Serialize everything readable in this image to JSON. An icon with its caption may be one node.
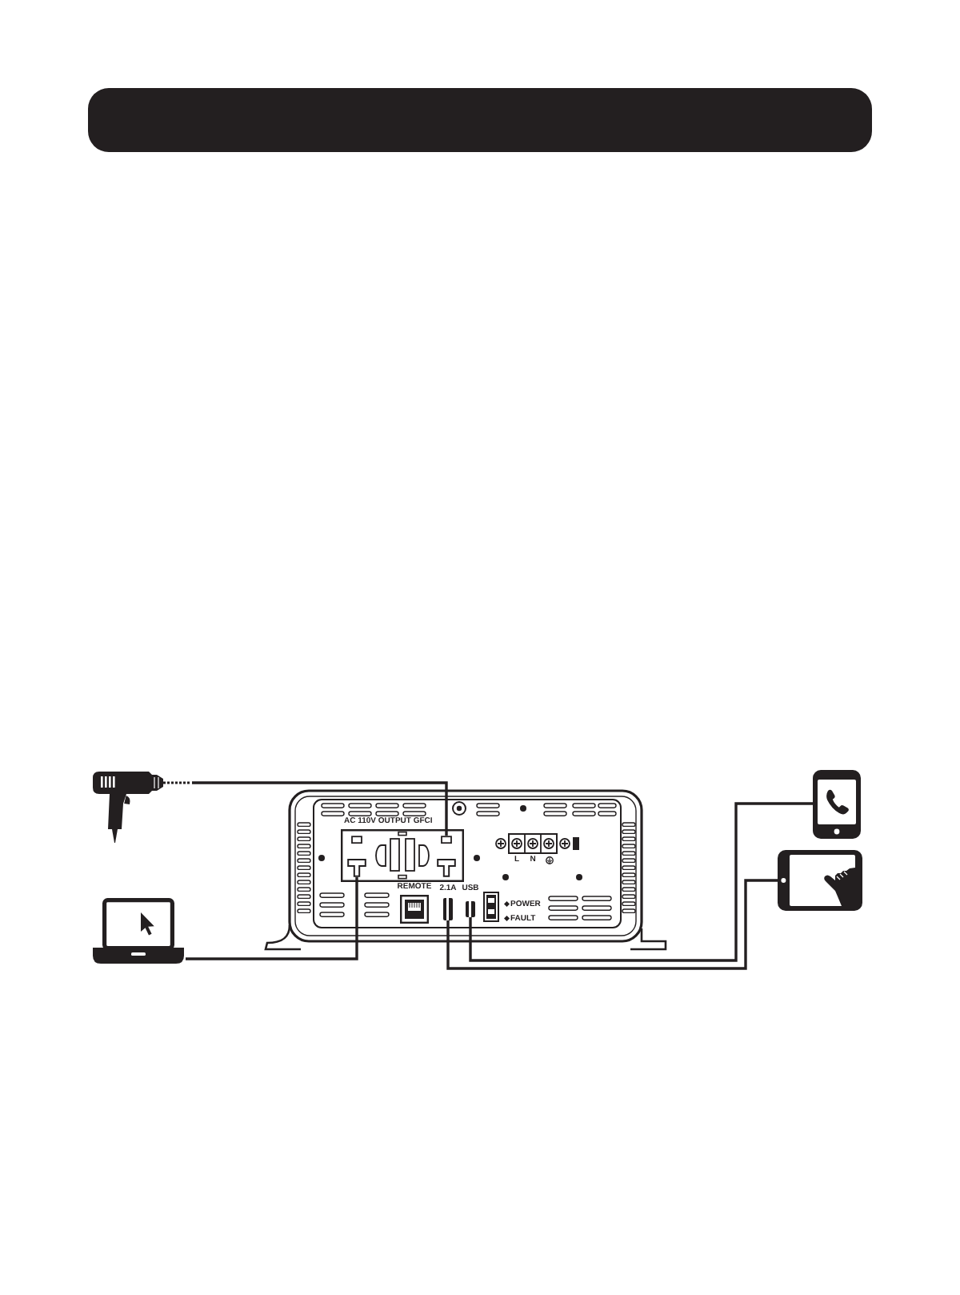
{
  "diagram": {
    "nodes": [
      {
        "text": [],
        "shape": "picture"
      },
      {
        "text": [],
        "shape": "picture"
      },
      {
        "text": [],
        "shape": "picture"
      },
      {
        "text": [
          "AC 110V OUTPUT GFCI"
        ],
        "in": 2
      },
      {
        "text": [],
        "shape": "picture",
        "in": 3
      },
      {
        "text": [],
        "shape": "picture",
        "in": 3
      },
      {
        "text": [
          "2.1A"
        ],
        "in": 2
      },
      {
        "text": [
          "USB"
        ],
        "in": 2
      },
      {
        "text": [],
        "shape": "picture"
      },
      {
        "text": [],
        "shape": "picture"
      }
    ],
    "edges": [
      {
        "from": 0,
        "to": 5,
        "arrow": "none"
      },
      {
        "from": 1,
        "to": 4,
        "arrow": "none"
      },
      {
        "from": 8,
        "to": 7,
        "arrow": "none"
      },
      {
        "from": 9,
        "to": 6,
        "arrow": "none"
      }
    ],
    "labels": [
      "REMOTE",
      "L",
      "N",
      "POWER",
      "FAULT"
    ]
  }
}
